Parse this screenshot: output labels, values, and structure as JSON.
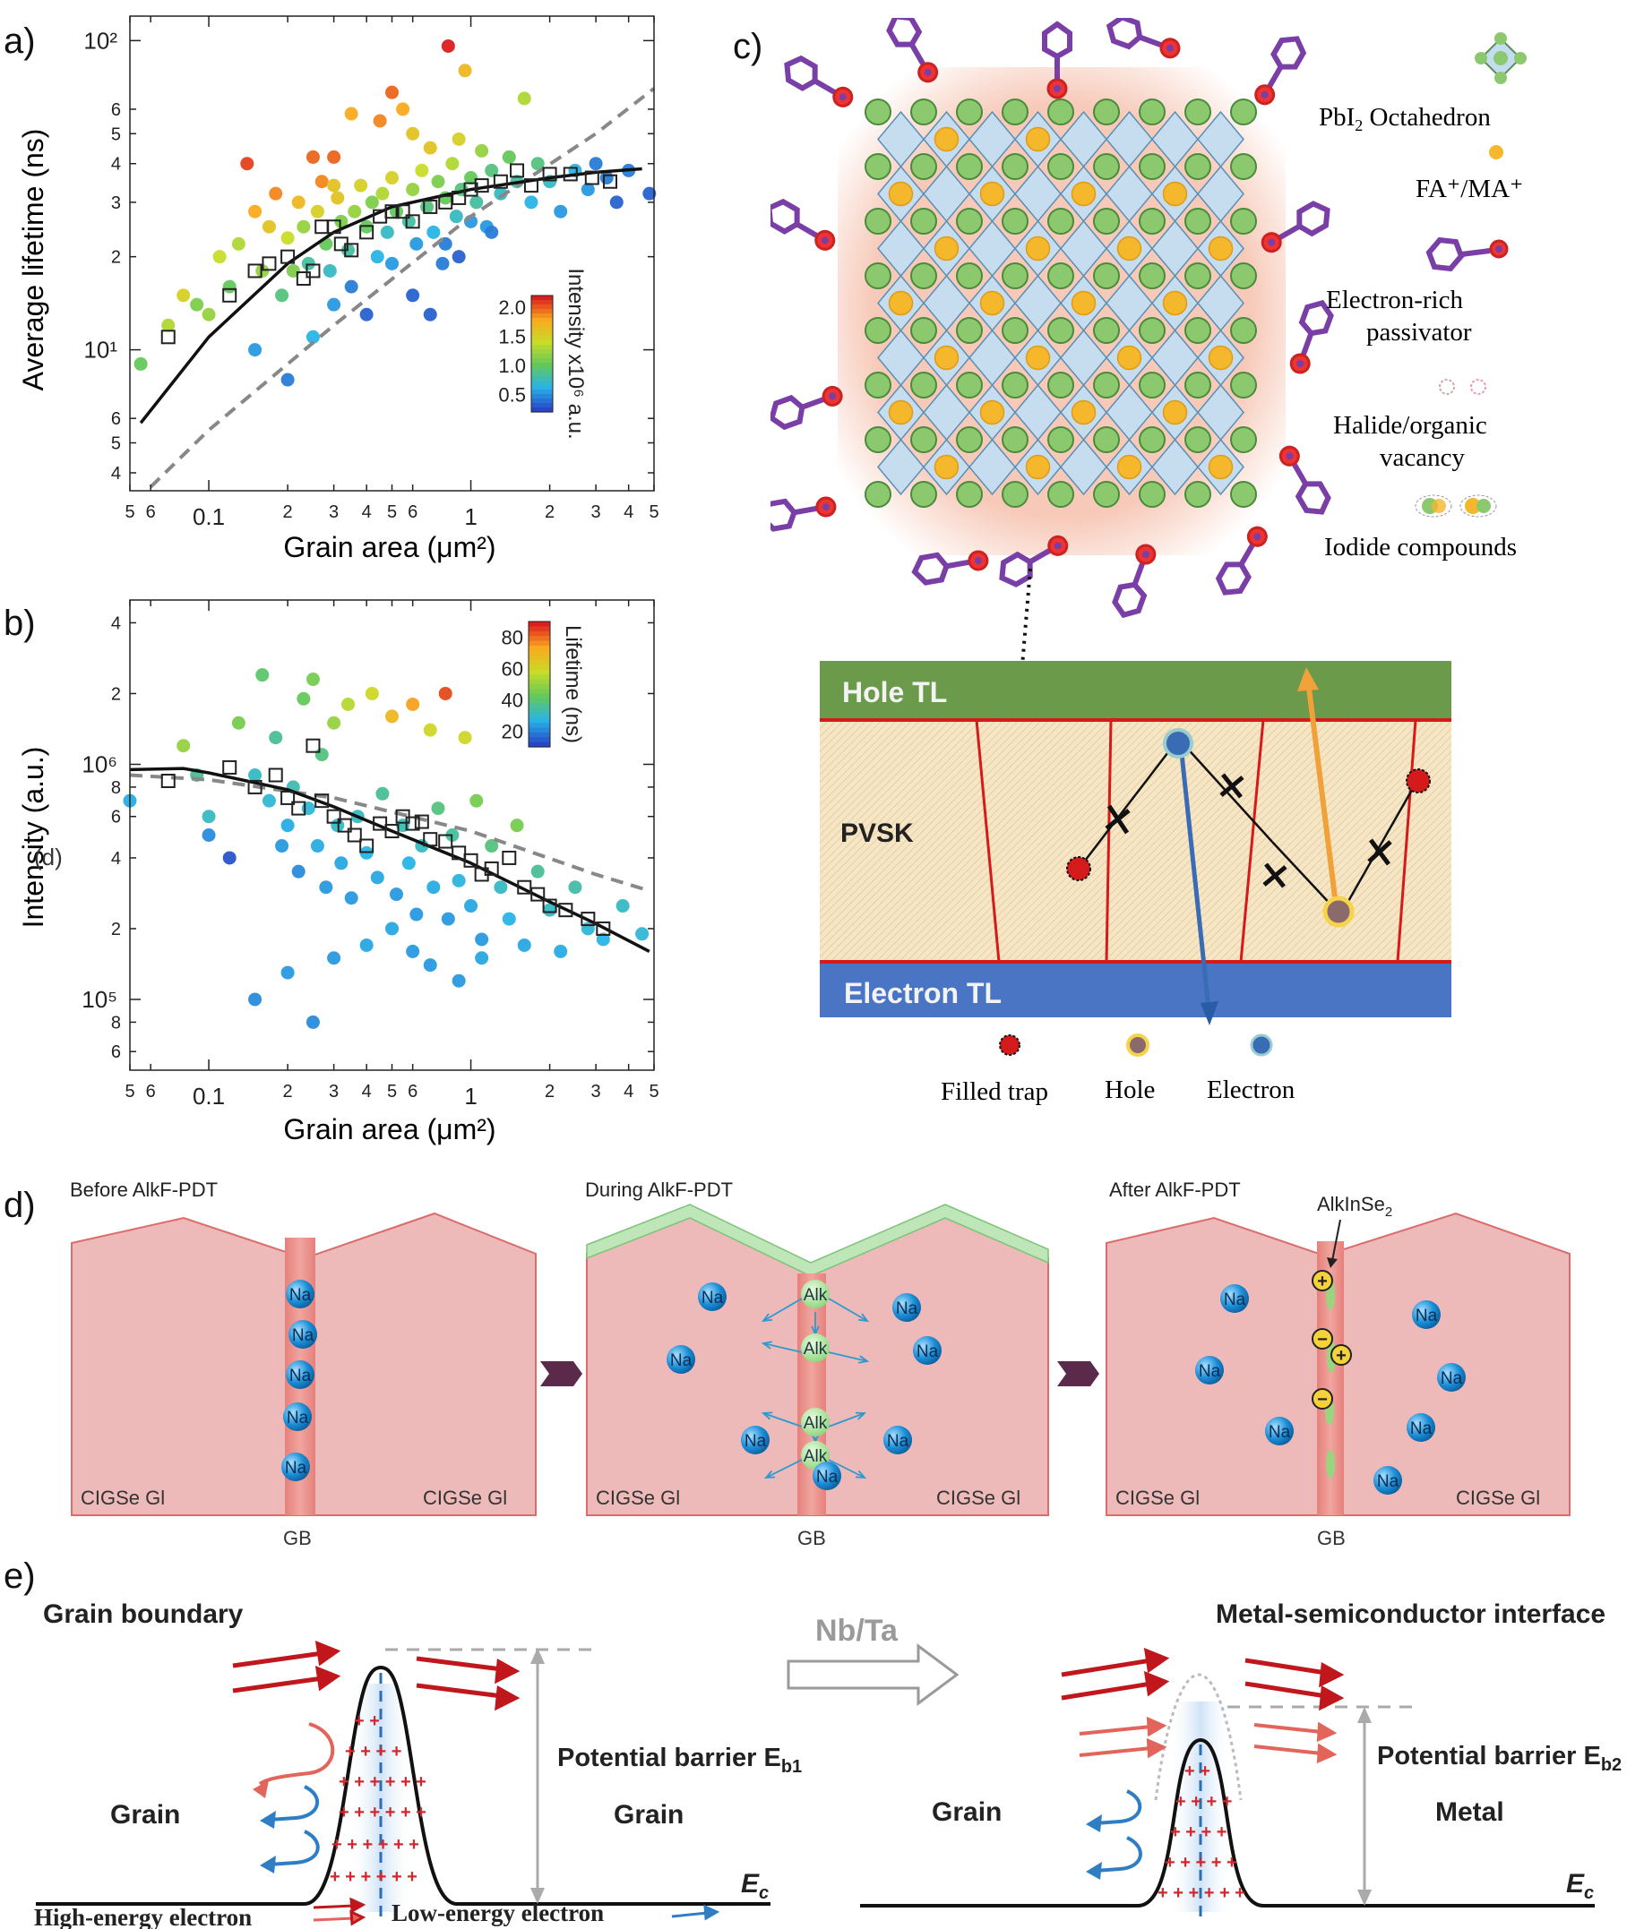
{
  "panels": {
    "a_label": "a)",
    "b_label": "b)",
    "c_label": "c)",
    "d_label": "d)",
    "e_label": "e)",
    "b_stray": "(d)"
  },
  "chart_data": [
    {
      "id": "a",
      "type": "scatter",
      "xlabel": "Grain area (μm²)",
      "ylabel": "Average lifetime (ns)",
      "xscale": "log",
      "yscale": "log",
      "xlim": [
        0.05,
        5
      ],
      "ylim": [
        3.5,
        120
      ],
      "x_ticks": [
        "5",
        "6",
        "0.1",
        "2",
        "3",
        "4",
        "5",
        "6",
        "1",
        "2",
        "3",
        "4",
        "5"
      ],
      "y_ticks": [
        "4",
        "5",
        "6",
        "10¹",
        "2",
        "3",
        "4",
        "5",
        "6",
        "10²"
      ],
      "colorbar": {
        "label": "Intensity x10⁶ a.u.",
        "ticks": [
          "2.0",
          "1.5",
          "1.0",
          "0.5"
        ],
        "range": [
          0.2,
          2.2
        ]
      },
      "fit_line": {
        "x": [
          0.055,
          0.1,
          0.2,
          0.3,
          0.5,
          1,
          2,
          3,
          4.5
        ],
        "y": [
          5.8,
          11,
          19,
          24,
          29,
          33,
          36,
          37.5,
          38.5
        ]
      },
      "dashed_line": {
        "x": [
          0.06,
          0.1,
          0.3,
          1,
          3,
          5
        ],
        "y": [
          3.6,
          5.5,
          12,
          27,
          50,
          70
        ]
      },
      "squares": {
        "x": [
          0.07,
          0.12,
          0.15,
          0.17,
          0.2,
          0.23,
          0.25,
          0.27,
          0.3,
          0.32,
          0.35,
          0.4,
          0.45,
          0.5,
          0.55,
          0.6,
          0.7,
          0.8,
          0.9,
          1.0,
          1.1,
          1.3,
          1.5,
          1.7,
          2.0,
          2.4,
          2.9,
          3.4
        ],
        "y": [
          11,
          15,
          18,
          19,
          20,
          17,
          18,
          25,
          25,
          22,
          21,
          24,
          27,
          28,
          28,
          26,
          29,
          30,
          31,
          33,
          34,
          35,
          38,
          34,
          37,
          37,
          36,
          35
        ]
      },
      "points": [
        [
          0.055,
          9,
          1.0
        ],
        [
          0.07,
          12,
          1.3
        ],
        [
          0.08,
          15,
          1.5
        ],
        [
          0.09,
          14,
          1.1
        ],
        [
          0.1,
          13,
          1.2
        ],
        [
          0.11,
          20,
          1.4
        ],
        [
          0.12,
          16,
          1.0
        ],
        [
          0.13,
          22,
          1.3
        ],
        [
          0.14,
          40,
          2.1
        ],
        [
          0.15,
          28,
          1.8
        ],
        [
          0.16,
          18,
          1.2
        ],
        [
          0.17,
          25,
          1.6
        ],
        [
          0.18,
          32,
          1.9
        ],
        [
          0.19,
          15,
          0.9
        ],
        [
          0.2,
          23,
          1.4
        ],
        [
          0.21,
          18,
          1.1
        ],
        [
          0.22,
          30,
          1.7
        ],
        [
          0.23,
          25,
          1.2
        ],
        [
          0.24,
          19,
          0.8
        ],
        [
          0.25,
          42,
          2.0
        ],
        [
          0.26,
          28,
          1.5
        ],
        [
          0.27,
          35,
          1.9
        ],
        [
          0.28,
          22,
          1.0
        ],
        [
          0.29,
          18,
          0.7
        ],
        [
          0.3,
          42,
          2.0
        ],
        [
          0.31,
          31,
          1.6
        ],
        [
          0.32,
          26,
          1.1
        ],
        [
          0.34,
          21,
          0.8
        ],
        [
          0.36,
          28,
          1.2
        ],
        [
          0.38,
          34,
          1.5
        ],
        [
          0.4,
          25,
          1.0
        ],
        [
          0.42,
          30,
          1.1
        ],
        [
          0.44,
          20,
          0.6
        ],
        [
          0.46,
          32,
          1.3
        ],
        [
          0.48,
          24,
          0.7
        ],
        [
          0.5,
          36,
          1.5
        ],
        [
          0.52,
          28,
          1.0
        ],
        [
          0.55,
          60,
          1.8
        ],
        [
          0.58,
          26,
          0.8
        ],
        [
          0.6,
          33,
          1.2
        ],
        [
          0.62,
          22,
          0.5
        ],
        [
          0.65,
          38,
          1.4
        ],
        [
          0.68,
          29,
          0.9
        ],
        [
          0.7,
          45,
          1.6
        ],
        [
          0.72,
          24,
          0.6
        ],
        [
          0.75,
          35,
          1.1
        ],
        [
          0.78,
          19,
          0.4
        ],
        [
          0.8,
          31,
          1.0
        ],
        [
          0.82,
          96,
          2.2
        ],
        [
          0.85,
          40,
          1.3
        ],
        [
          0.88,
          27,
          0.7
        ],
        [
          0.9,
          48,
          1.5
        ],
        [
          0.92,
          33,
          0.9
        ],
        [
          0.95,
          80,
          1.7
        ],
        [
          1.0,
          36,
          1.0
        ],
        [
          1.05,
          30,
          0.8
        ],
        [
          1.1,
          44,
          1.2
        ],
        [
          1.15,
          25,
          0.5
        ],
        [
          1.2,
          38,
          0.9
        ],
        [
          1.3,
          32,
          0.7
        ],
        [
          1.4,
          42,
          1.0
        ],
        [
          1.5,
          35,
          0.8
        ],
        [
          1.6,
          65,
          1.3
        ],
        [
          1.7,
          30,
          0.6
        ],
        [
          1.8,
          40,
          0.9
        ],
        [
          2.0,
          35,
          0.7
        ],
        [
          2.2,
          28,
          0.5
        ],
        [
          2.5,
          38,
          0.6
        ],
        [
          2.8,
          33,
          0.5
        ],
        [
          3.0,
          40,
          0.4
        ],
        [
          3.3,
          36,
          0.4
        ],
        [
          3.6,
          30,
          0.3
        ],
        [
          4.0,
          38,
          0.4
        ],
        [
          4.8,
          32,
          0.3
        ],
        [
          0.15,
          10,
          0.5
        ],
        [
          0.2,
          8,
          0.4
        ],
        [
          0.25,
          11,
          0.6
        ],
        [
          0.3,
          14,
          0.5
        ],
        [
          0.35,
          16,
          0.4
        ],
        [
          0.4,
          13,
          0.3
        ],
        [
          0.5,
          19,
          0.5
        ],
        [
          0.6,
          15,
          0.3
        ],
        [
          0.7,
          13,
          0.3
        ],
        [
          0.8,
          22,
          0.4
        ],
        [
          0.9,
          20,
          0.3
        ],
        [
          1.0,
          26,
          0.5
        ],
        [
          1.2,
          24,
          0.4
        ],
        [
          0.6,
          50,
          1.6
        ],
        [
          0.45,
          55,
          1.9
        ],
        [
          0.35,
          58,
          1.8
        ],
        [
          0.5,
          68,
          2.0
        ],
        [
          0.3,
          34,
          1.6
        ]
      ]
    },
    {
      "id": "b",
      "type": "scatter",
      "xlabel": "Grain area (μm²)",
      "ylabel": "Intensity (a.u.)",
      "xscale": "log",
      "yscale": "log",
      "xlim": [
        0.05,
        5
      ],
      "ylim": [
        50000,
        5000000
      ],
      "x_ticks": [
        "5",
        "6",
        "0.1",
        "2",
        "3",
        "4",
        "5",
        "6",
        "1",
        "2",
        "3",
        "4",
        "5"
      ],
      "y_ticks": [
        "6",
        "8",
        "10⁵",
        "2",
        "4",
        "6",
        "8",
        "10⁶",
        "2",
        "4"
      ],
      "colorbar": {
        "label": "Lifetime (ns)",
        "ticks": [
          "80",
          "60",
          "40",
          "20"
        ],
        "range": [
          10,
          90
        ]
      },
      "fit_line": {
        "x": [
          0.05,
          0.08,
          0.1,
          0.2,
          0.3,
          0.5,
          1,
          2,
          3,
          4.8
        ],
        "y": [
          950000,
          960000,
          920000,
          780000,
          660000,
          520000,
          380000,
          260000,
          210000,
          160000
        ]
      },
      "dashed_line": {
        "x": [
          0.05,
          0.1,
          0.3,
          1,
          3,
          4.8
        ],
        "y": [
          900000,
          860000,
          720000,
          520000,
          340000,
          290000
        ]
      },
      "squares": {
        "x": [
          0.07,
          0.12,
          0.15,
          0.18,
          0.2,
          0.22,
          0.25,
          0.27,
          0.3,
          0.33,
          0.36,
          0.4,
          0.45,
          0.5,
          0.55,
          0.6,
          0.65,
          0.7,
          0.8,
          0.9,
          1.0,
          1.1,
          1.2,
          1.4,
          1.6,
          1.8,
          2.0,
          2.3,
          2.8,
          3.2
        ],
        "y": [
          850000,
          970000,
          800000,
          900000,
          720000,
          650000,
          1200000,
          700000,
          600000,
          550000,
          500000,
          450000,
          560000,
          520000,
          600000,
          560000,
          570000,
          480000,
          470000,
          420000,
          390000,
          340000,
          360000,
          400000,
          300000,
          280000,
          250000,
          240000,
          220000,
          200000
        ]
      },
      "points": [
        [
          0.05,
          700000,
          25
        ],
        [
          0.08,
          1200000,
          50
        ],
        [
          0.09,
          900000,
          35
        ],
        [
          0.1,
          600000,
          30
        ],
        [
          0.1,
          500000,
          20
        ],
        [
          0.12,
          400000,
          12
        ],
        [
          0.13,
          1500000,
          45
        ],
        [
          0.15,
          900000,
          30
        ],
        [
          0.16,
          2400000,
          40
        ],
        [
          0.17,
          700000,
          28
        ],
        [
          0.18,
          1300000,
          35
        ],
        [
          0.19,
          450000,
          22
        ],
        [
          0.2,
          550000,
          25
        ],
        [
          0.21,
          800000,
          32
        ],
        [
          0.22,
          350000,
          20
        ],
        [
          0.23,
          1900000,
          42
        ],
        [
          0.24,
          650000,
          28
        ],
        [
          0.25,
          2300000,
          45
        ],
        [
          0.26,
          450000,
          25
        ],
        [
          0.27,
          1100000,
          38
        ],
        [
          0.28,
          300000,
          22
        ],
        [
          0.3,
          1500000,
          50
        ],
        [
          0.31,
          550000,
          30
        ],
        [
          0.32,
          380000,
          24
        ],
        [
          0.34,
          1800000,
          55
        ],
        [
          0.35,
          270000,
          22
        ],
        [
          0.37,
          600000,
          30
        ],
        [
          0.4,
          420000,
          26
        ],
        [
          0.42,
          2000000,
          60
        ],
        [
          0.44,
          330000,
          24
        ],
        [
          0.46,
          750000,
          35
        ],
        [
          0.5,
          1600000,
          70
        ],
        [
          0.52,
          280000,
          22
        ],
        [
          0.55,
          550000,
          32
        ],
        [
          0.58,
          380000,
          26
        ],
        [
          0.6,
          1800000,
          75
        ],
        [
          0.62,
          230000,
          22
        ],
        [
          0.65,
          450000,
          30
        ],
        [
          0.7,
          1400000,
          60
        ],
        [
          0.72,
          300000,
          25
        ],
        [
          0.75,
          650000,
          38
        ],
        [
          0.8,
          2000000,
          85
        ],
        [
          0.82,
          220000,
          22
        ],
        [
          0.85,
          500000,
          34
        ],
        [
          0.9,
          320000,
          27
        ],
        [
          0.95,
          1300000,
          60
        ],
        [
          1.0,
          250000,
          24
        ],
        [
          1.05,
          700000,
          45
        ],
        [
          1.1,
          180000,
          22
        ],
        [
          1.2,
          450000,
          38
        ],
        [
          1.3,
          300000,
          30
        ],
        [
          1.4,
          220000,
          26
        ],
        [
          1.5,
          550000,
          45
        ],
        [
          1.6,
          170000,
          24
        ],
        [
          1.8,
          350000,
          35
        ],
        [
          2.0,
          240000,
          30
        ],
        [
          2.2,
          160000,
          25
        ],
        [
          2.5,
          300000,
          33
        ],
        [
          2.8,
          200000,
          28
        ],
        [
          3.2,
          180000,
          26
        ],
        [
          3.8,
          250000,
          30
        ],
        [
          4.5,
          190000,
          28
        ],
        [
          0.15,
          100000,
          20
        ],
        [
          0.2,
          130000,
          22
        ],
        [
          0.25,
          80000,
          20
        ],
        [
          0.3,
          150000,
          22
        ],
        [
          0.4,
          170000,
          24
        ],
        [
          0.5,
          200000,
          24
        ],
        [
          0.6,
          160000,
          22
        ],
        [
          0.7,
          140000,
          22
        ],
        [
          0.9,
          120000,
          22
        ],
        [
          1.1,
          150000,
          24
        ]
      ]
    }
  ],
  "panel_c": {
    "legend": {
      "pbi2_line1": "PbI",
      "pbi2_sub": "2",
      "pbi2_line2": " Octahedron",
      "fa_ma": "FA⁺/MA⁺",
      "passivator_line1": "Electron-rich",
      "passivator_line2": "passivator",
      "vacancy_line1": "Halide/organic",
      "vacancy_line2": "vacancy",
      "iodide": "Iodide compounds"
    },
    "device": {
      "hole_tl": "Hole TL",
      "pvsk": "PVSK",
      "electron_tl": "Electron TL"
    },
    "carriers": {
      "filled_trap": "Filled trap",
      "hole": "Hole",
      "electron": "Electron"
    }
  },
  "panel_d": {
    "before_title": "Before AlkF-PDT",
    "during_title": "During AlkF-PDT",
    "after_title": "After AlkF-PDT",
    "alkinse": "AlkInSe",
    "alkinse_sub": "2",
    "cigse_gl": "CIGSe Gl",
    "gb": "GB",
    "na": "Na",
    "alk": "Alk"
  },
  "panel_e": {
    "grain_boundary": "Grain boundary",
    "metal_interface": "Metal-semiconductor interface",
    "nb_ta": "Nb/Ta",
    "barrier1": "Potential barrier E",
    "barrier1_sub": "b1",
    "barrier2": "Potential barrier E",
    "barrier2_sub": "b2",
    "grain": "Grain",
    "metal": "Metal",
    "ec": "E",
    "ec_sub": "c",
    "high_energy": "High-energy electron",
    "low_energy": "Low-energy electron"
  },
  "colors": {
    "pvsk_green": "#6a9a4a",
    "electron_blue": "#4a74c4",
    "grain_pink": "#e9b5b5",
    "gb_red": "#e0706c",
    "passivator_purple": "#7a3fa6",
    "octahedron_green": "#8cc96e",
    "fa_orange": "#f5b82c",
    "barrier_red": "#c0171c",
    "low_blue": "#2f7ec4"
  }
}
